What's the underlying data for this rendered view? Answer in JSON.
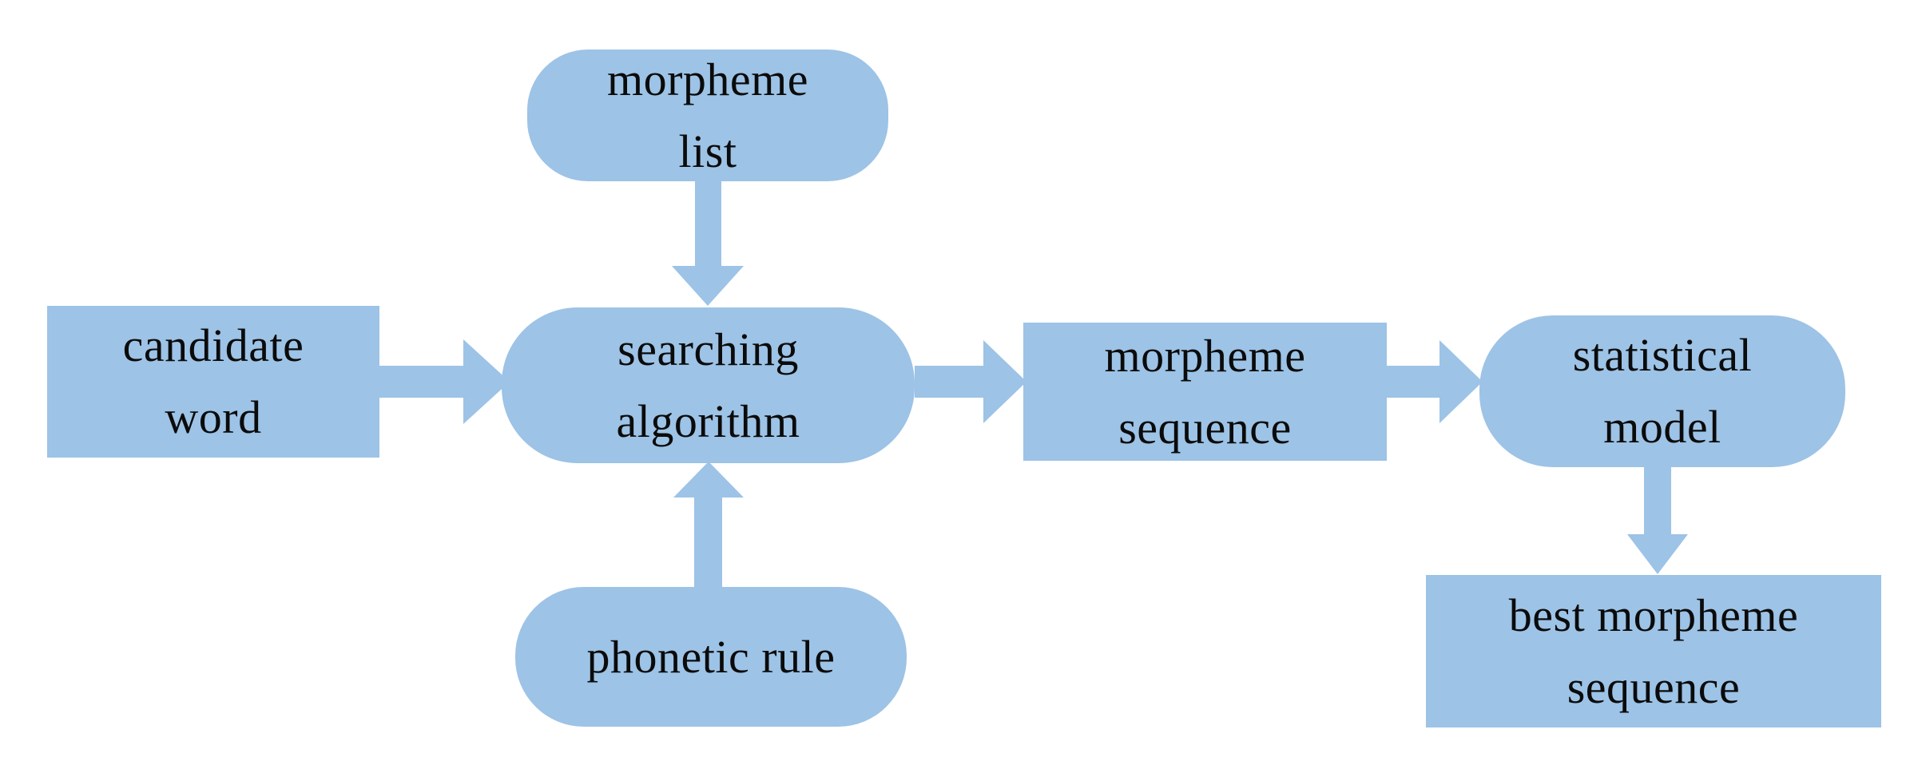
{
  "diagram": {
    "title": "morpheme segmentation flowchart",
    "colors": {
      "node_fill": "#9DC3E6",
      "arrow_fill": "#9DC3E6",
      "text": "#0b0b0b",
      "background": "#ffffff"
    },
    "nodes": [
      {
        "id": "morpheme-list",
        "shape": "rounded",
        "label": "morpheme\nlist"
      },
      {
        "id": "candidate-word",
        "shape": "rectangle",
        "label": "candidate\nword"
      },
      {
        "id": "searching-algorithm",
        "shape": "rounded",
        "label": "searching\nalgorithm"
      },
      {
        "id": "phonetic-rule",
        "shape": "rounded",
        "label": "phonetic rule"
      },
      {
        "id": "morpheme-sequence",
        "shape": "rectangle",
        "label": "morpheme\nsequence"
      },
      {
        "id": "statistical-model",
        "shape": "rounded",
        "label": "statistical\nmodel"
      },
      {
        "id": "best-morpheme-sequence",
        "shape": "rectangle",
        "label": "best morpheme\nsequence"
      }
    ],
    "edges": [
      {
        "from": "morpheme-list",
        "to": "searching-algorithm",
        "direction": "down"
      },
      {
        "from": "candidate-word",
        "to": "searching-algorithm",
        "direction": "right"
      },
      {
        "from": "phonetic-rule",
        "to": "searching-algorithm",
        "direction": "up"
      },
      {
        "from": "searching-algorithm",
        "to": "morpheme-sequence",
        "direction": "right"
      },
      {
        "from": "morpheme-sequence",
        "to": "statistical-model",
        "direction": "right"
      },
      {
        "from": "statistical-model",
        "to": "best-morpheme-sequence",
        "direction": "down"
      }
    ]
  }
}
